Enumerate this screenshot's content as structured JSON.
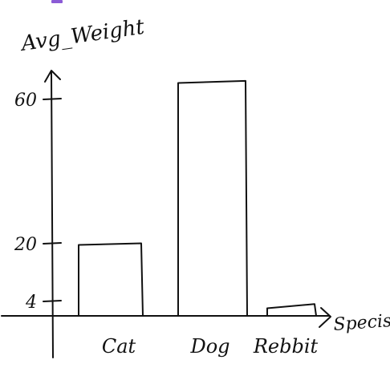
{
  "chart_data": {
    "type": "bar",
    "categories": [
      "Cat",
      "Dog",
      "Rebbit"
    ],
    "values": [
      20,
      65,
      3
    ],
    "ylabel": "Avg_Weight",
    "xlabel": "Specis",
    "yticks": [
      {
        "value": 60,
        "label": "60"
      },
      {
        "value": 20,
        "label": "20"
      },
      {
        "value": 4,
        "label": "4"
      }
    ],
    "ylim": [
      0,
      75
    ],
    "grid": false,
    "style": "hand-drawn"
  }
}
